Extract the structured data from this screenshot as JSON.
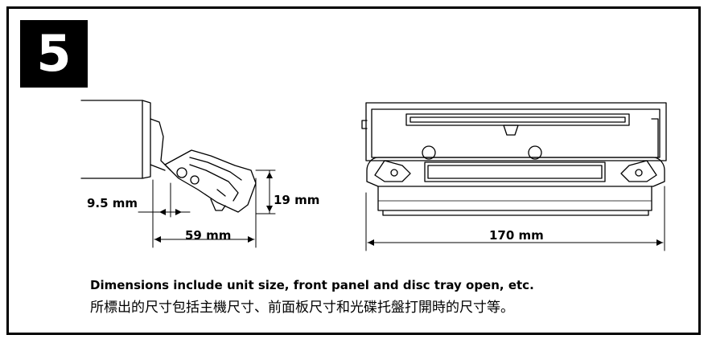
{
  "step_number": "5",
  "dimensions": {
    "depth_offset": "9.5 mm",
    "panel_depth": "59 mm",
    "tray_drop": "19 mm",
    "width": "170 mm"
  },
  "caption": {
    "english": "Dimensions include unit size, front panel and disc tray open, etc.",
    "chinese": "所標出的尺寸包括主機尺寸、前面板尺寸和光碟托盤打開時的尺寸等。"
  }
}
